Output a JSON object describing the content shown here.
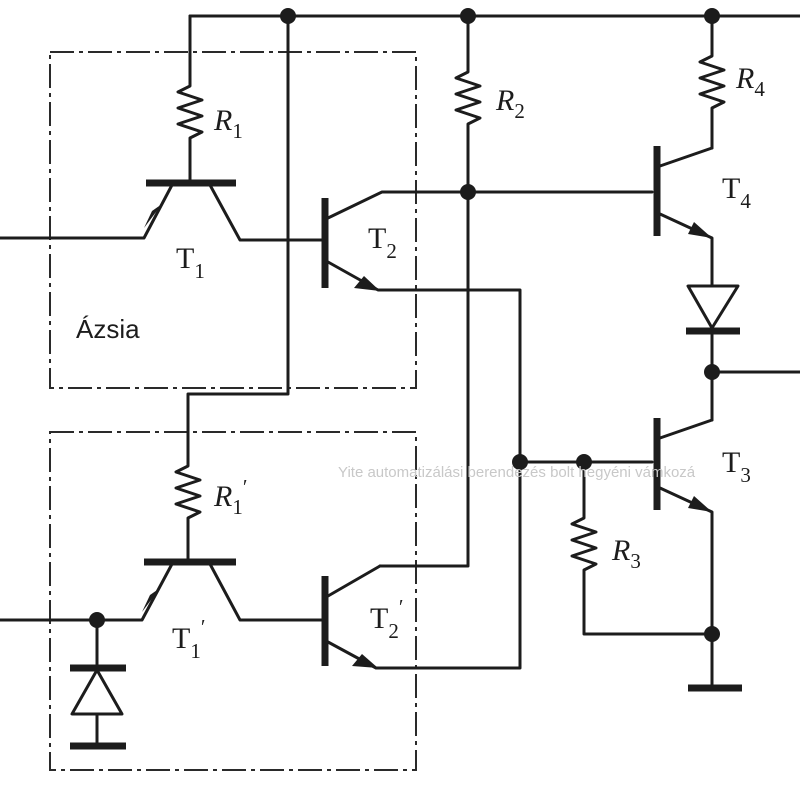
{
  "region_label": "Ázsia",
  "watermark": "Yite automatizálási berendezés bolt hegyéni vámkozá",
  "components": {
    "R1": {
      "letter": "R",
      "sub": "1",
      "prime": ""
    },
    "R1p": {
      "letter": "R",
      "sub": "1",
      "prime": "′"
    },
    "R2": {
      "letter": "R",
      "sub": "2",
      "prime": ""
    },
    "R3": {
      "letter": "R",
      "sub": "3",
      "prime": ""
    },
    "R4": {
      "letter": "R",
      "sub": "4",
      "prime": ""
    },
    "T1": {
      "letter": "T",
      "sub": "1",
      "prime": ""
    },
    "T1p": {
      "letter": "T",
      "sub": "1",
      "prime": "′"
    },
    "T2": {
      "letter": "T",
      "sub": "2",
      "prime": ""
    },
    "T2p": {
      "letter": "T",
      "sub": "2",
      "prime": "′"
    },
    "T4": {
      "letter": "T",
      "sub": "4",
      "prime": ""
    },
    "T3": {
      "letter": "T",
      "sub": "3",
      "prime": ""
    }
  },
  "icons": [
    "resistor-icon",
    "npn-transistor-icon",
    "diode-icon",
    "junction-dot-icon",
    "ground-bar-icon"
  ]
}
